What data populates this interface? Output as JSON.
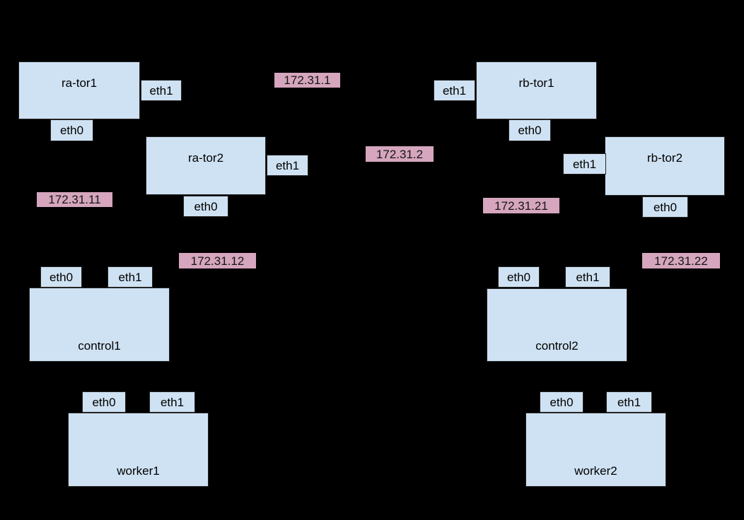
{
  "diagram": {
    "background_color": "#000000",
    "node_fill_color": "#cfe2f3",
    "node_border_color": "#242424",
    "ip_fill_color": "#d5a6bd",
    "text_color": "#000000",
    "nodes": {
      "ra_tor1": {
        "label": "ra-tor1",
        "ports": {
          "eth0": "eth0",
          "eth1": "eth1"
        }
      },
      "ra_tor2": {
        "label": "ra-tor2",
        "ports": {
          "eth0": "eth0",
          "eth1": "eth1"
        }
      },
      "rb_tor1": {
        "label": "rb-tor1",
        "ports": {
          "eth0": "eth0",
          "eth1": "eth1"
        }
      },
      "rb_tor2": {
        "label": "rb-tor2",
        "ports": {
          "eth0": "eth0",
          "eth1": "eth1"
        }
      },
      "control1": {
        "label": "control1",
        "ports": {
          "eth0": "eth0",
          "eth1": "eth1"
        }
      },
      "control2": {
        "label": "control2",
        "ports": {
          "eth0": "eth0",
          "eth1": "eth1"
        }
      },
      "worker1": {
        "label": "worker1",
        "ports": {
          "eth0": "eth0",
          "eth1": "eth1"
        }
      },
      "worker2": {
        "label": "worker2",
        "ports": {
          "eth0": "eth0",
          "eth1": "eth1"
        }
      }
    },
    "ip_labels": {
      "net1": "172.31.1",
      "net2": "172.31.2",
      "net11": "172.31.11",
      "net12": "172.31.12",
      "net21": "172.31.21",
      "net22": "172.31.22"
    }
  }
}
